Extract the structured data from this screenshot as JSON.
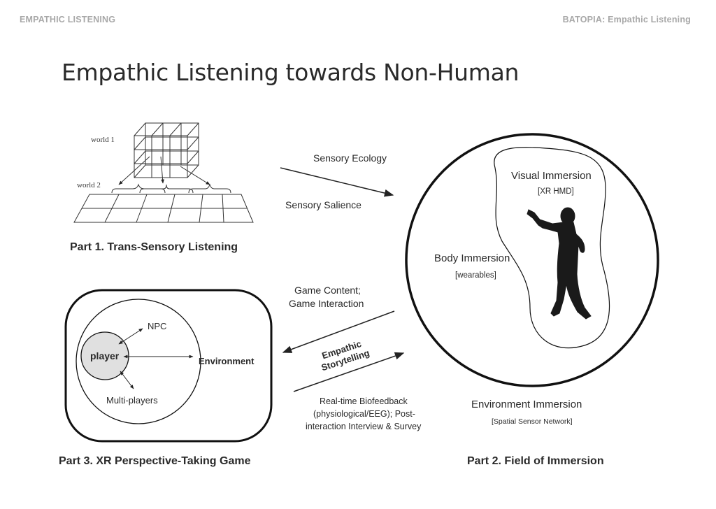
{
  "header": {
    "left": "EMPATHIC LISTENING",
    "right": "BATOPIA: Empathic Listening"
  },
  "title": "Empathic Listening towards Non-Human",
  "part1": {
    "world1": "world 1",
    "world2": "world 2",
    "caption": "Part 1. Trans-Sensory Listening"
  },
  "flows": {
    "sensory_ecology": "Sensory Ecology",
    "sensory_salience": "Sensory Salience",
    "game_content_1": "Game Content;",
    "game_content_2": "Game Interaction",
    "storytelling_1": "Empathic",
    "storytelling_2": "Storytelling",
    "feedback_1": "Real-time Biofeedback",
    "feedback_2": "(physiological/EEG); Post-",
    "feedback_3": "interaction Interview & Survey"
  },
  "part2": {
    "visual": "Visual Immersion",
    "visual_sub": "[XR HMD]",
    "body": "Body Immersion",
    "body_sub": "[wearables]",
    "environment": "Environment Immersion",
    "environment_sub": "[Spatial Sensor Network]",
    "caption": "Part 2. Field of Immersion"
  },
  "part3": {
    "player": "player",
    "npc": "NPC",
    "multi": "Multi-players",
    "environment": "Environment",
    "caption": "Part 3. XR Perspective-Taking Game"
  }
}
